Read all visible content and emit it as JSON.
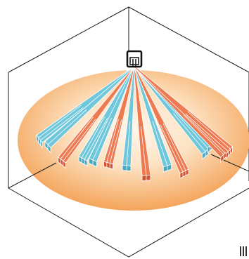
{
  "colors": {
    "background": "#ffffff",
    "room_lines": "#1a1a1a",
    "footprint_center": "#fff6ea",
    "footprint_edge": "#f4a45a",
    "beam_blue": "#6fc7dc",
    "beam_blue_side": "#4aa9c2",
    "beam_orange": "#ee7a52",
    "beam_orange_side": "#cf5533"
  },
  "icons": {
    "sensor": "ceiling-sensor-icon",
    "corner": "pause-icon"
  },
  "beams": [
    {
      "color": "blue",
      "ends": 3
    },
    {
      "color": "blue",
      "ends": 2
    },
    {
      "color": "orange",
      "ends": 3
    },
    {
      "color": "blue",
      "ends": 3
    },
    {
      "color": "blue",
      "ends": 2
    },
    {
      "color": "orange",
      "ends": 3
    },
    {
      "color": "blue",
      "ends": 2
    },
    {
      "color": "orange",
      "ends": 2
    },
    {
      "color": "blue",
      "ends": 2
    },
    {
      "color": "orange",
      "ends": 3
    },
    {
      "color": "blue",
      "ends": 2
    },
    {
      "color": "blue",
      "ends": 3
    },
    {
      "color": "orange",
      "ends": 2
    },
    {
      "color": "orange",
      "ends": 3
    }
  ]
}
